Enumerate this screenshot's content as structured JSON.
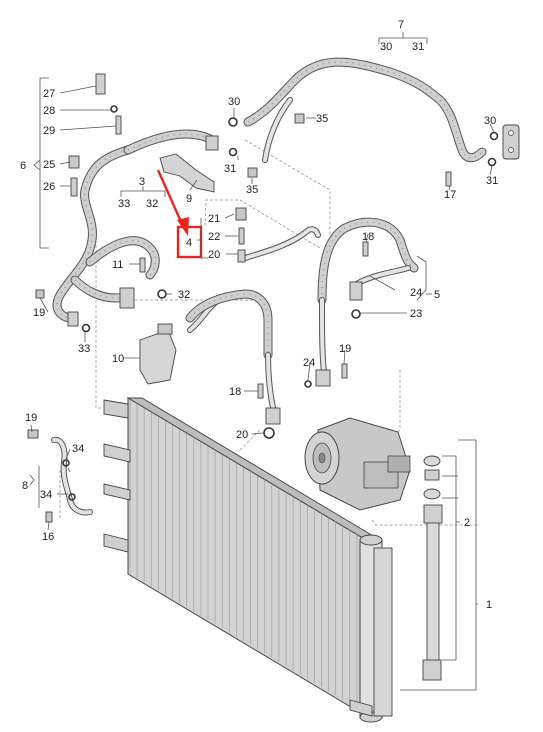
{
  "colors": {
    "highlight": "#e8261f",
    "hose": "#cfcfcf",
    "pipe": "#e4e4e4",
    "part": "#d8d8d8",
    "core": "#d2d2d2",
    "background": "#ffffff"
  },
  "callouts": {
    "c1": "1",
    "c2": "2",
    "c3": "3",
    "c4": "4",
    "c5": "5",
    "c6": "6",
    "c7": "7",
    "c8": "8",
    "c9": "9",
    "c10": "10",
    "c11": "11",
    "c16": "16",
    "c17": "17",
    "c18a": "18",
    "c18b": "18",
    "c19a": "19",
    "c19b": "19",
    "c19c": "19",
    "c20a": "20",
    "c20b": "20",
    "c21": "21",
    "c22": "22",
    "c23": "23",
    "c24a": "24",
    "c24b": "24",
    "c25": "25",
    "c26": "26",
    "c27": "27",
    "c28": "28",
    "c29": "29",
    "c30a": "30",
    "c30b": "30",
    "c30c": "30",
    "c31a": "31",
    "c31b": "31",
    "c31c": "31",
    "c32a": "32",
    "c32b": "32",
    "c33a": "33",
    "c33b": "33",
    "c34a": "34",
    "c34b": "34",
    "c35a": "35",
    "c35b": "35"
  },
  "icons": {
    "highlight": "highlight-box-icon",
    "arrow": "pointer-arrow-icon",
    "condenser": "condenser-icon",
    "compressor": "compressor-icon",
    "dryer": "receiver-dryer-icon"
  }
}
